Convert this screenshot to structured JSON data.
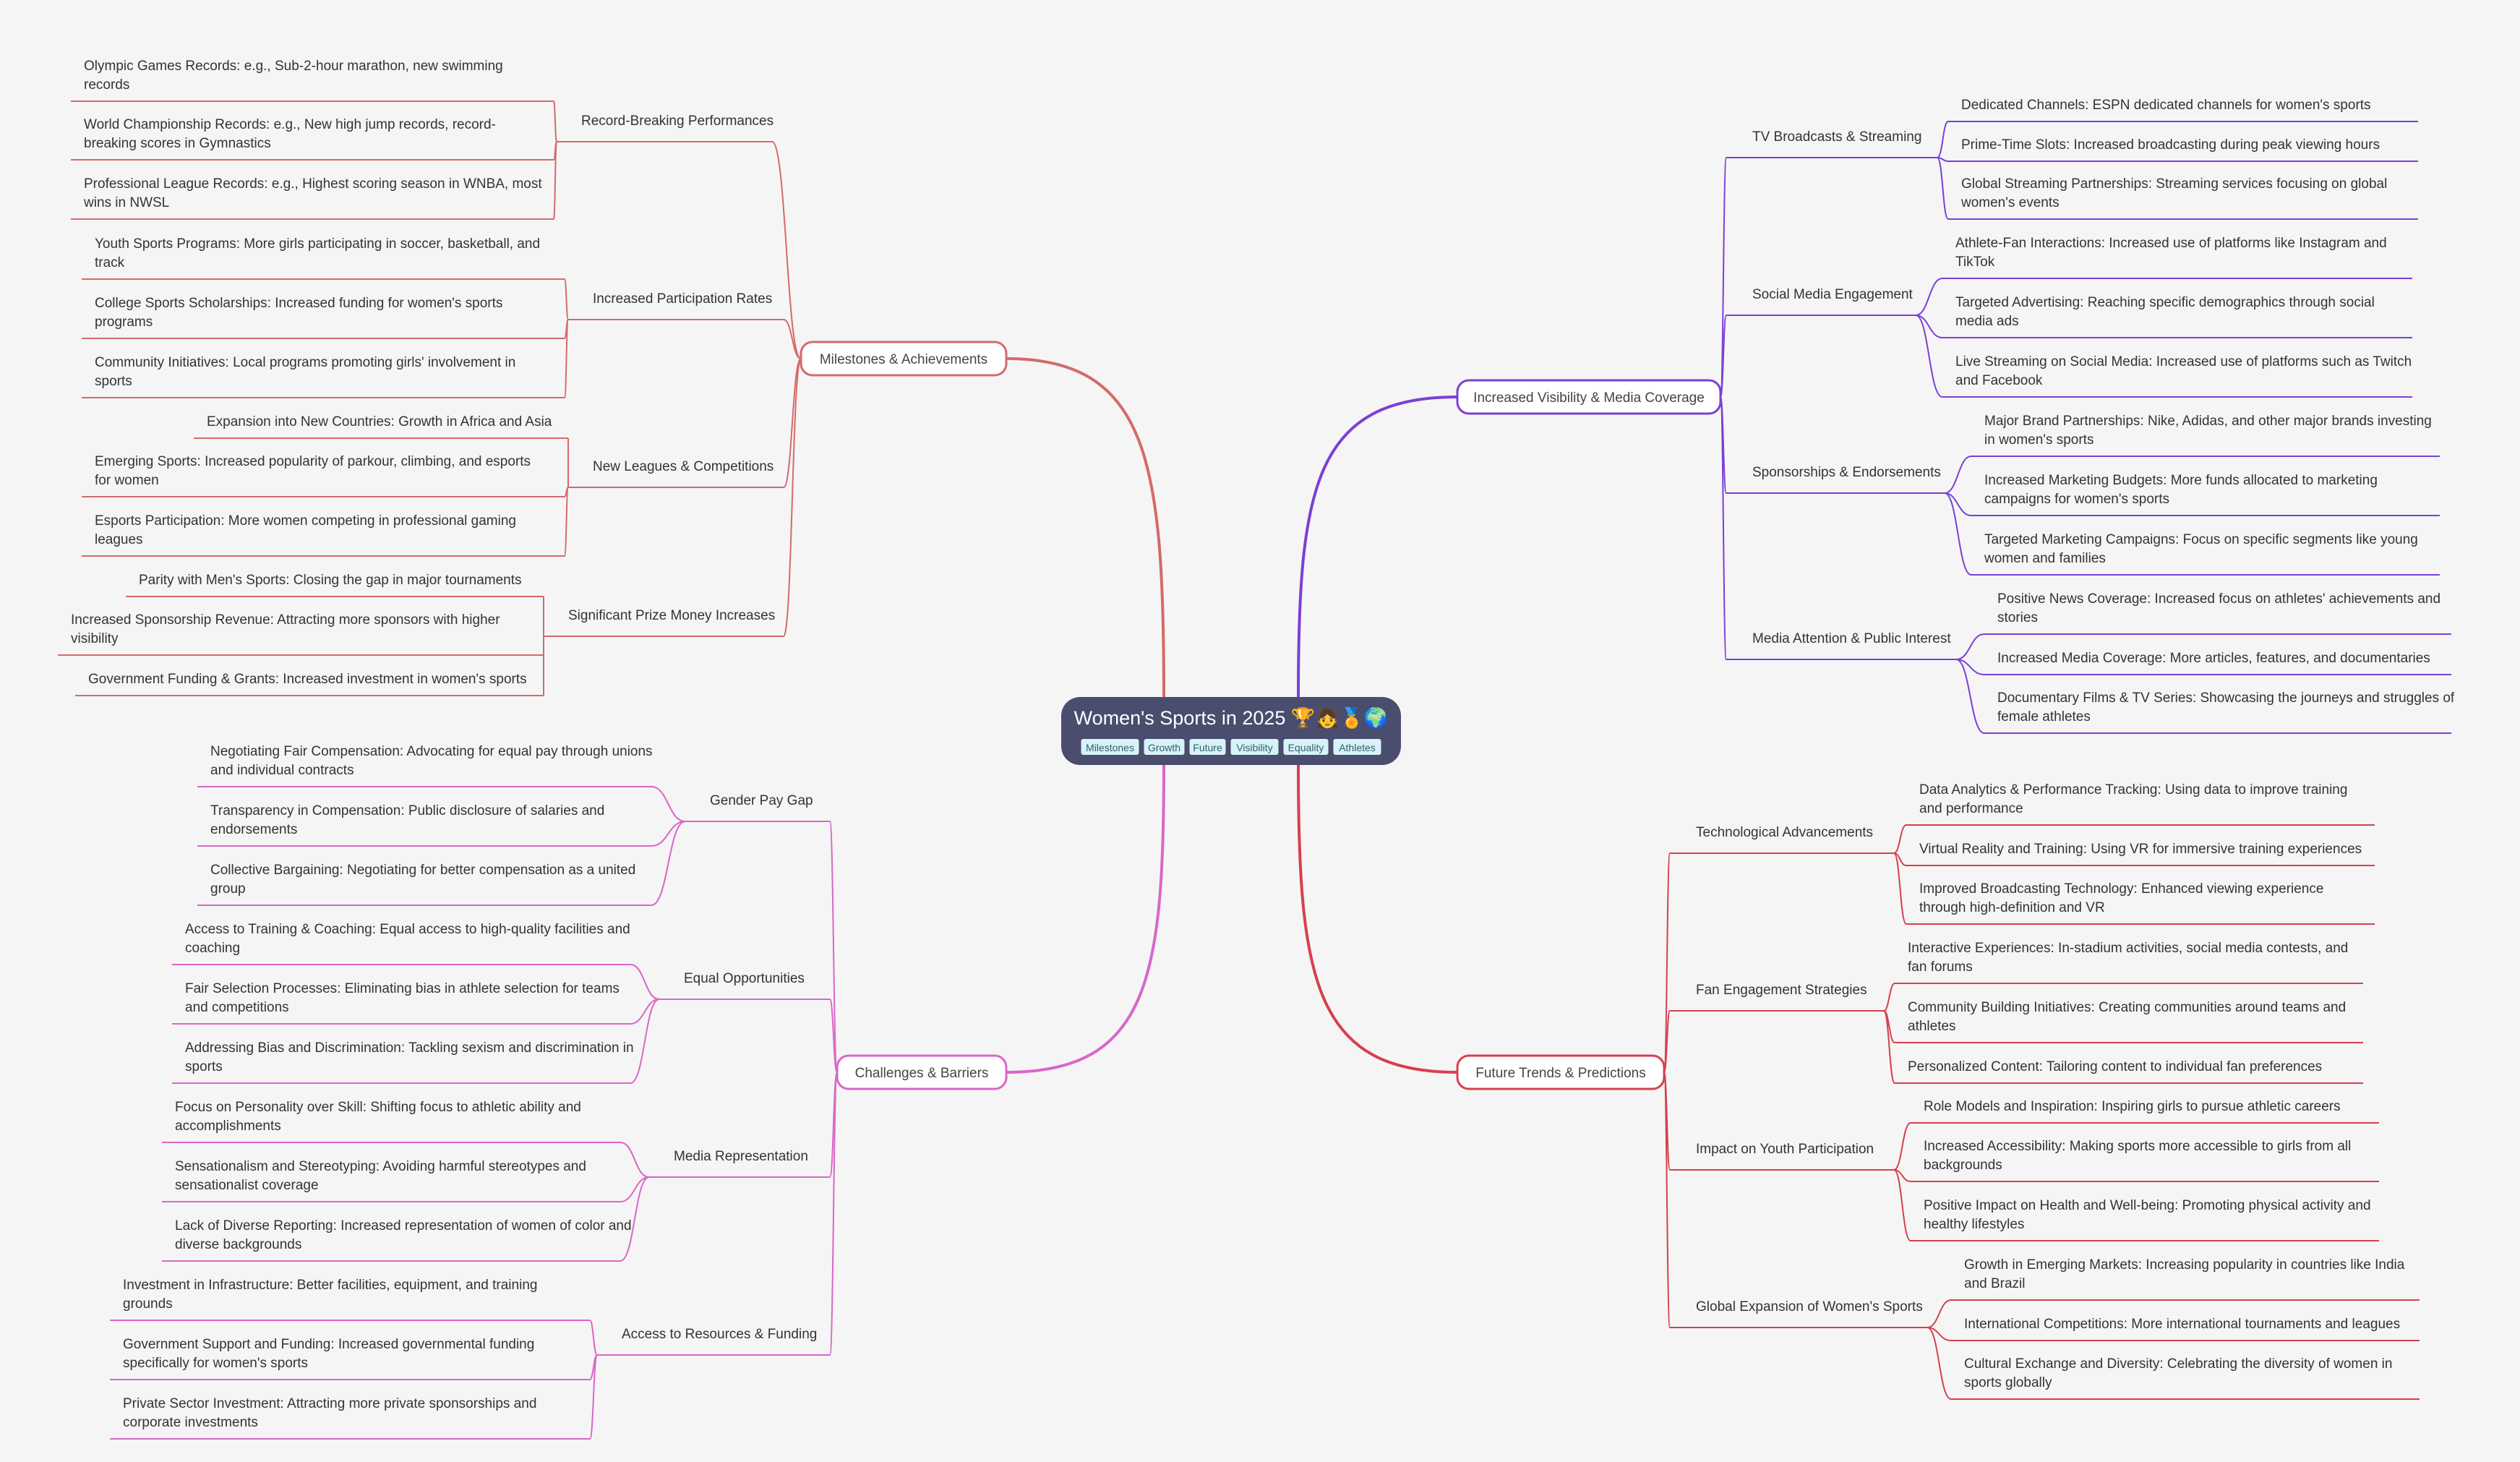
{
  "central": {
    "title": "Women's Sports in 2025 🏆👧🏅🌍",
    "tags": [
      "Milestones",
      "Growth",
      "Future",
      "Visibility",
      "Equality",
      "Athletes"
    ],
    "fill": "#4a4d6e",
    "tag_fill": "#d7f3f7"
  },
  "branches": [
    {
      "label": "Milestones & Achievements",
      "color": "#d46a6a",
      "side": "left",
      "children": [
        {
          "label": "Record-Breaking Performances",
          "leaves": [
            "Olympic Games Records: e.g., Sub-2-hour marathon, new swimming records",
            "World Championship Records: e.g.,  New high jump records,  record-breaking scores in Gymnastics",
            "Professional League Records: e.g., Highest scoring season in WNBA, most wins in NWSL"
          ]
        },
        {
          "label": "Increased Participation Rates",
          "leaves": [
            "Youth Sports Programs: More girls participating in soccer, basketball, and track",
            "College Sports Scholarships: Increased funding for women's sports programs",
            "Community Initiatives: Local programs promoting girls' involvement in sports"
          ]
        },
        {
          "label": "New Leagues & Competitions",
          "leaves": [
            "Expansion into New Countries: Growth in Africa and Asia",
            "Emerging Sports: Increased popularity of parkour, climbing, and esports for women",
            "Esports Participation: More women competing in professional gaming leagues"
          ]
        },
        {
          "label": "Significant Prize Money Increases",
          "leaves": [
            "Parity with Men's Sports:  Closing the gap in major tournaments",
            "Increased Sponsorship Revenue: Attracting more sponsors with higher visibility",
            "Government Funding & Grants: Increased investment in women's sports"
          ]
        }
      ]
    },
    {
      "label": "Challenges & Barriers",
      "color": "#d966c8",
      "side": "left",
      "children": [
        {
          "label": "Gender Pay Gap",
          "leaves": [
            "Negotiating Fair Compensation:  Advocating for equal pay through unions and individual contracts",
            "Transparency in Compensation:  Public disclosure of salaries and endorsements",
            "Collective Bargaining:  Negotiating for better compensation as a united group"
          ]
        },
        {
          "label": "Equal Opportunities",
          "leaves": [
            "Access to Training & Coaching: Equal access to high-quality facilities and coaching",
            "Fair Selection Processes: Eliminating bias in athlete selection for teams and competitions",
            "Addressing Bias and Discrimination: Tackling sexism and discrimination in sports"
          ]
        },
        {
          "label": "Media Representation",
          "leaves": [
            "Focus on Personality over Skill: Shifting focus to athletic ability and accomplishments",
            "Sensationalism and Stereotyping: Avoiding harmful stereotypes and sensationalist coverage",
            "Lack of Diverse Reporting: Increased representation of women of color and diverse backgrounds"
          ]
        },
        {
          "label": "Access to Resources & Funding",
          "leaves": [
            "Investment in Infrastructure: Better facilities, equipment, and training grounds",
            "Government Support and Funding: Increased governmental funding specifically for women's sports",
            "Private Sector Investment:  Attracting more private sponsorships and corporate investments"
          ]
        }
      ]
    },
    {
      "label": "Increased Visibility & Media Coverage",
      "color": "#7b3fd6",
      "side": "right",
      "children": [
        {
          "label": "TV Broadcasts & Streaming",
          "leaves": [
            "Dedicated Channels: ESPN dedicated channels for women's sports",
            "Prime-Time Slots: Increased broadcasting during peak viewing hours",
            "Global Streaming Partnerships:  Streaming services focusing on global women's events"
          ]
        },
        {
          "label": "Social Media Engagement",
          "leaves": [
            "Athlete-Fan Interactions: Increased use of platforms like Instagram and TikTok",
            "Targeted Advertising: Reaching specific demographics through social media ads",
            "Live Streaming on Social Media:  Increased use of platforms such as Twitch and Facebook"
          ]
        },
        {
          "label": "Sponsorships & Endorsements",
          "leaves": [
            "Major Brand Partnerships: Nike, Adidas, and other major brands investing in women's sports",
            "Increased Marketing Budgets: More funds allocated to marketing campaigns for women's sports",
            "Targeted Marketing Campaigns:  Focus on specific segments like young women and families"
          ]
        },
        {
          "label": "Media Attention & Public Interest",
          "leaves": [
            "Positive News Coverage: Increased focus on athletes' achievements and stories",
            "Increased Media Coverage: More articles, features, and documentaries",
            "Documentary Films & TV Series:  Showcasing the journeys and struggles of female athletes"
          ]
        }
      ]
    },
    {
      "label": "Future Trends & Predictions",
      "color": "#d6404e",
      "side": "right",
      "children": [
        {
          "label": "Technological Advancements",
          "leaves": [
            "Data Analytics & Performance Tracking:  Using data to improve training and performance",
            "Virtual Reality and Training:  Using VR for immersive training experiences",
            "Improved Broadcasting Technology:  Enhanced viewing experience through high-definition and VR"
          ]
        },
        {
          "label": "Fan Engagement Strategies",
          "leaves": [
            "Interactive Experiences:  In-stadium activities, social media contests, and fan forums",
            "Community Building Initiatives:  Creating communities around teams and athletes",
            "Personalized Content:  Tailoring content to individual fan preferences"
          ]
        },
        {
          "label": "Impact on Youth Participation",
          "leaves": [
            "Role Models and Inspiration:  Inspiring girls to pursue athletic careers",
            "Increased Accessibility:  Making sports more accessible to girls from all backgrounds",
            "Positive Impact on Health and Well-being:  Promoting physical activity and healthy lifestyles"
          ]
        },
        {
          "label": "Global Expansion of Women's Sports",
          "leaves": [
            "Growth in Emerging Markets:  Increasing popularity in countries like India and Brazil",
            "International Competitions:  More international tournaments and leagues",
            "Cultural Exchange and Diversity:  Celebrating the diversity of women in sports globally"
          ]
        }
      ]
    }
  ]
}
